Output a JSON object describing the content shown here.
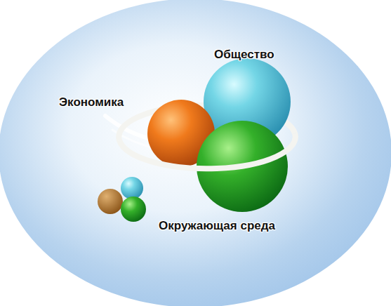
{
  "diagram": {
    "labels": [
      "Общество",
      "Экономика",
      "Окружающая среда"
    ]
  }
}
